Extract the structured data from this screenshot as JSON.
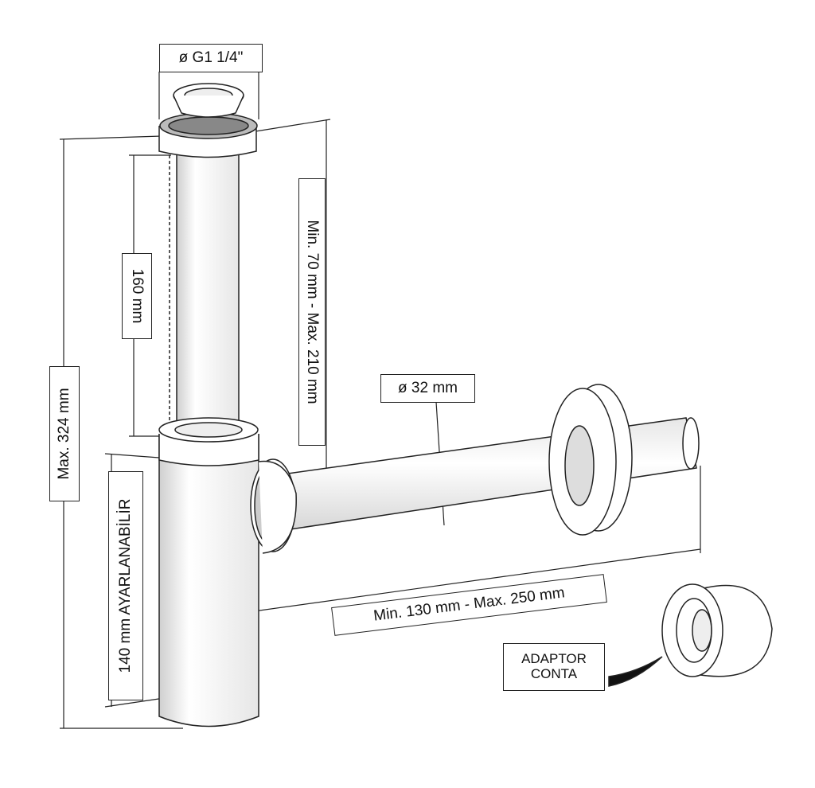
{
  "labels": {
    "inlet_diameter": "ø G1 1/4\"",
    "inlet_height_range": "Min. 70 mm - Max. 210 mm",
    "tube_length": "160 mm",
    "max_height": "Max. 324 mm",
    "pipe_diameter": "ø 32 mm",
    "adjustable_range": "140 mm AYARLANABİLİR",
    "wall_distance_range": "Min. 130 mm - Max. 250 mm",
    "adaptor_line1": "ADAPTOR",
    "adaptor_line2": "CONTA"
  },
  "colors": {
    "stroke": "#222222",
    "fill": "#ffffff",
    "shade": "#d9d9d9"
  }
}
